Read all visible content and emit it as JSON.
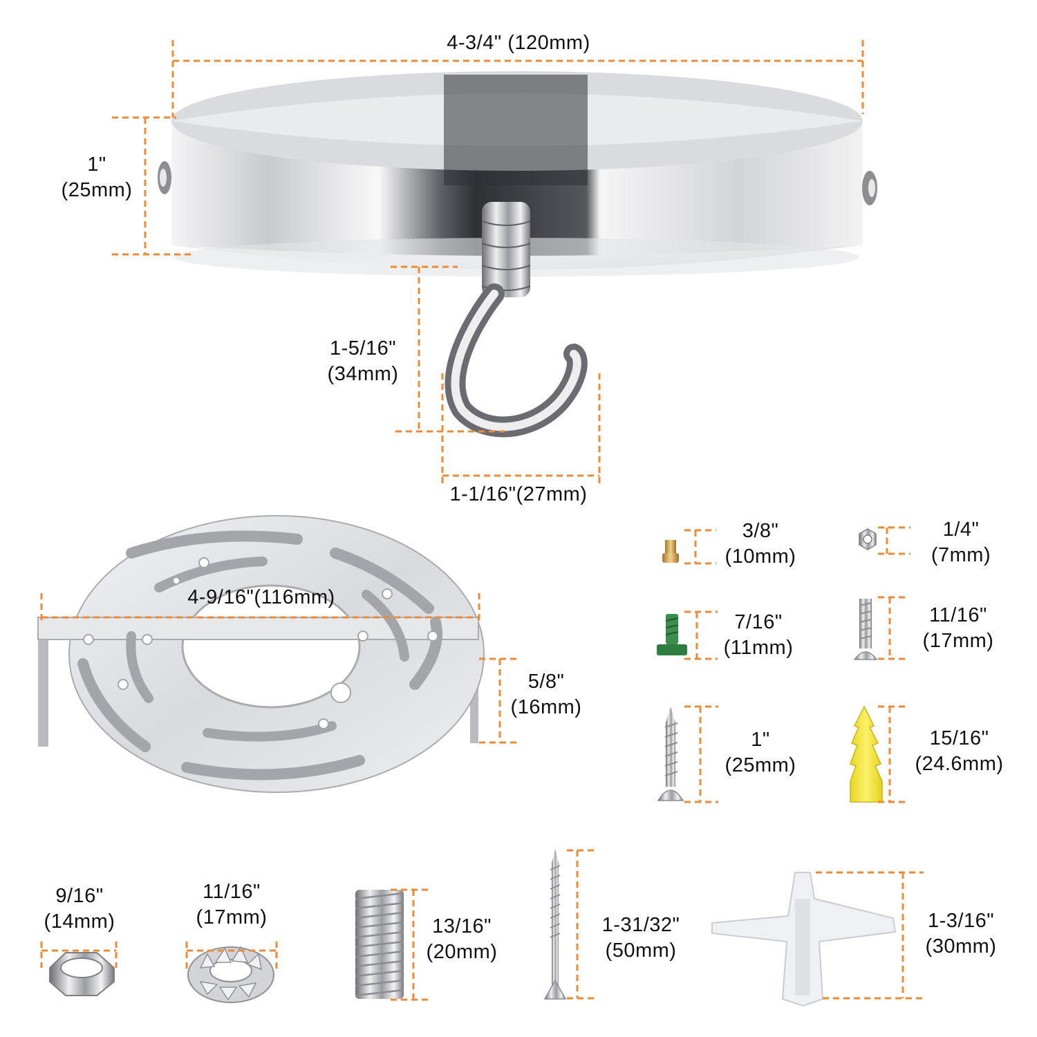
{
  "accent_color": "#ee8a35",
  "canopy": {
    "diameter": "4-3/4\" (120mm)",
    "height": [
      "1\"",
      "(25mm)"
    ],
    "hook_height": [
      "1-5/16\"",
      "(34mm)"
    ],
    "hook_width": "1-1/16\"(27mm)"
  },
  "crossbar": {
    "width": "4-9/16\"(116mm)",
    "leg_height": [
      "5/8\"",
      "(16mm)"
    ]
  },
  "hardware": {
    "brass_screw": [
      "3/8\"",
      "(10mm)"
    ],
    "hex_nut": [
      "1/4\"",
      "(7mm)"
    ],
    "ground_screw": [
      "7/16\"",
      "(11mm)"
    ],
    "machine_screw": [
      "11/16\"",
      "(17mm)"
    ],
    "wood_screw": [
      "1\"",
      "(25mm)"
    ],
    "anchor": [
      "15/16\"",
      "(24.6mm)"
    ],
    "lock_nut": [
      "9/16\"",
      "(14mm)"
    ],
    "lock_washer": [
      "11/16\"",
      "(17mm)"
    ],
    "threaded_nipple": [
      "13/16\"",
      "(20mm)"
    ],
    "long_screw": [
      "1-31/32\"",
      "(50mm)"
    ],
    "toggle_anchor": [
      "1-3/16\"",
      "(30mm)"
    ]
  }
}
